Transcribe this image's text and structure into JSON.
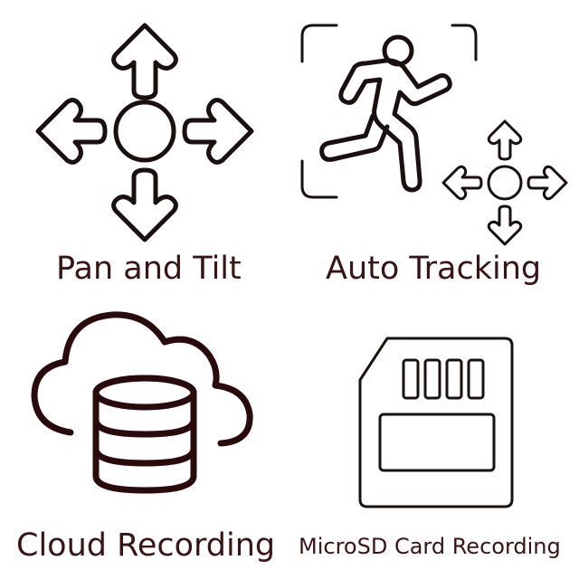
{
  "features": {
    "pan_tilt": {
      "label": "Pan and Tilt",
      "icon": "move-arrows-icon"
    },
    "auto_tracking": {
      "label": "Auto Tracking",
      "icon": "running-person-tracking-icon"
    },
    "cloud_recording": {
      "label": "Cloud Recording",
      "icon": "cloud-database-icon"
    },
    "microsd_recording": {
      "label": "MicroSD Card Recording",
      "icon": "sd-card-icon"
    }
  },
  "colors": {
    "label_text": "#3a1414",
    "icon_stroke": "#1a1010",
    "background": "#ffffff"
  }
}
